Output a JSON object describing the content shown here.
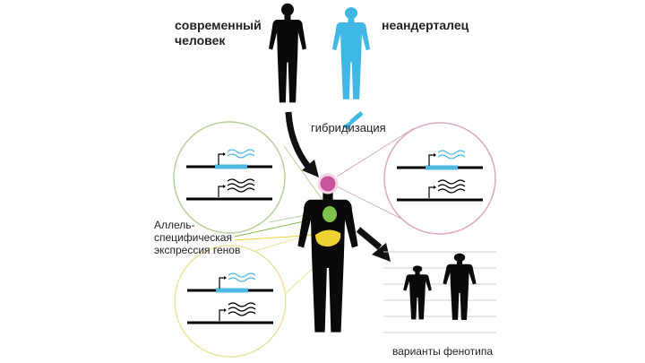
{
  "labels": {
    "modern_human": "современный\nчеловек",
    "neanderthal": "неандерталец",
    "hybridization": "гибридизация",
    "allele_expression": "Аллель-\nспецифическая\nэкспрессия генов",
    "phenotype_variants": "варианты фенотипа"
  },
  "colors": {
    "silhouette": "#0a0a0a",
    "neanderthal": "#3fb8e6",
    "gene_blue": "#4fb9e6",
    "organ_brain": "#c8559c",
    "organ_lung": "#7cc24c",
    "organ_liver": "#f0d132",
    "circle_green": "#b7d19a",
    "circle_pink": "#dcaab8",
    "circle_yellow": "#ece49a",
    "phenotype_lines": "#cfcfcf"
  },
  "icons": [
    "human-silhouette-icon",
    "expression-wave-icon",
    "promoter-arrow-icon",
    "arrow-icon"
  ]
}
